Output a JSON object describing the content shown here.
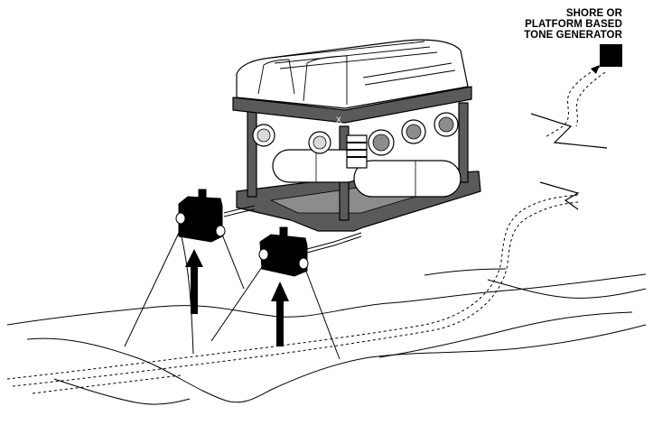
{
  "label": {
    "lines": [
      "SHORE OR",
      "PLATFORM BASED",
      "TONE GENERATOR"
    ]
  },
  "icons": {
    "vehicle": "rov-vehicle-icon",
    "generator": "tone-generator-box-icon",
    "sensors": "sensor-cube-icon",
    "arrows": "up-arrow-icon",
    "signal": "lightning-signal-icon"
  },
  "colors": {
    "ink": "#000000",
    "frame_gray": "#5a5a5a",
    "mid_gray": "#8c8c8c",
    "light_gray": "#d9d9d9",
    "paper": "#ffffff"
  }
}
